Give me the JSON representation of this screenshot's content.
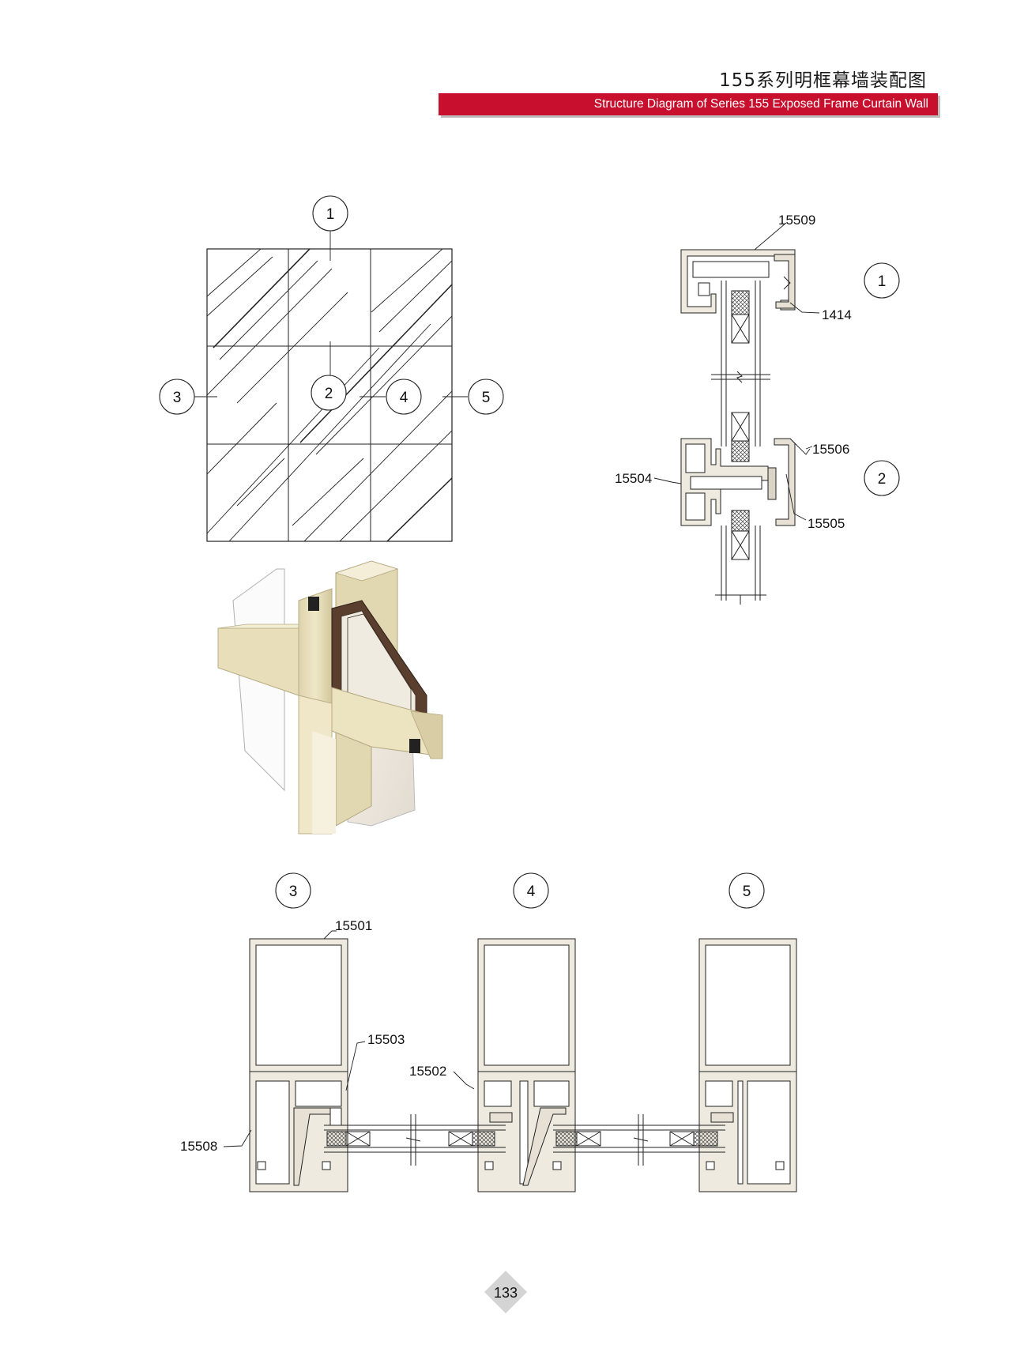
{
  "header": {
    "title_cn": "155系列明框幕墙装配图",
    "title_en": "Structure Diagram of Series 155 Exposed Frame Curtain Wall",
    "accent_color": "#c8102e"
  },
  "elevation_markers": [
    "1",
    "2",
    "3",
    "4",
    "5"
  ],
  "sections": {
    "top_markers": [
      "1",
      "2"
    ],
    "top_labels": {
      "p15509": "15509",
      "p1414": "1414",
      "p15506": "15506",
      "p15504": "15504",
      "p15505": "15505"
    },
    "bottom_markers": [
      "3",
      "4",
      "5"
    ],
    "bottom_labels": {
      "p15501": "15501",
      "p15503": "15503",
      "p15502": "15502",
      "p15508": "15508"
    }
  },
  "profile_color": "#e8e3d0",
  "page_number": "133"
}
